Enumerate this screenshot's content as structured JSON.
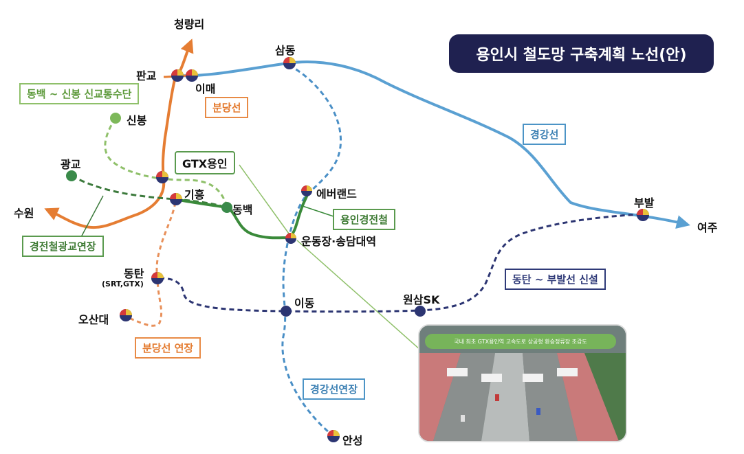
{
  "title": "용인시 철도망 구축계획 노선(안)",
  "stations": {
    "cheongnyangni": "청량리",
    "pangyo": "판교",
    "imae": "이매",
    "samdong": "삼동",
    "sinbong": "신봉",
    "gwanggyo": "광교",
    "giheung": "기흥",
    "dongbaek": "동백",
    "suwon": "수원",
    "everland": "에버랜드",
    "undongjang": "운동장·송담대역",
    "bubal": "부발",
    "yeoju": "여주",
    "dongtan": "동탄",
    "dongtan_sub": "(SRT,GTX)",
    "osan": "오산대",
    "idong": "이동",
    "wonsam": "원삼SK",
    "anseong": "안성"
  },
  "line_labels": {
    "dongbaek_sinbong": "동백 ~ 신봉 신교통수단",
    "bundang": "분당선",
    "gtx": "GTX용인",
    "gyeonggang": "경강선",
    "yongin_light": "용인경전철",
    "gyeongjeon_gwanggyo": "경전철광교연장",
    "dongtan_bubal": "동탄 ~ 부발선 신설",
    "bundang_ext": "분당선 연장",
    "gyeonggang_ext": "경강선연장"
  },
  "inset": {
    "caption": "국내 최초 GTX용인역 고속도로 상공형 환승정류장 조감도"
  },
  "colors": {
    "gyeonggang": "#5aa0d2",
    "gyeonggang_ext": "#4a8fc6",
    "bundang": "#e57d33",
    "yongin_light": "#3a8a3a",
    "gwanggyo_ext": "#3c7a3c",
    "sinbong": "#8fc06a",
    "dongtan_bubal": "#2c3572",
    "title_bg": "#1f2150"
  },
  "icons": {
    "transfer": "transfer-station-icon",
    "station": "station-dot-icon",
    "arrow": "direction-arrow-icon"
  }
}
